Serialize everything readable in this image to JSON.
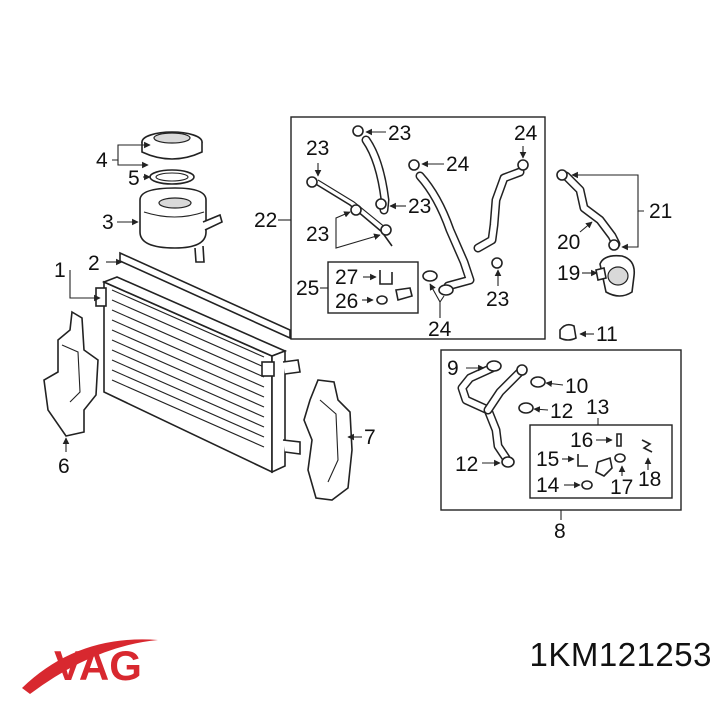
{
  "brand": {
    "logo_text": "VAG",
    "color": "#d8282f"
  },
  "part_number": "1KM121253",
  "callouts": {
    "c1": "1",
    "c2": "2",
    "c3": "3",
    "c4": "4",
    "c5": "5",
    "c6": "6",
    "c7": "7",
    "c8": "8",
    "c9": "9",
    "c10": "10",
    "c11": "11",
    "c12a": "12",
    "c12b": "12",
    "c13": "13",
    "c14": "14",
    "c15": "15",
    "c16": "16",
    "c17": "17",
    "c18": "18",
    "c19": "19",
    "c20": "20",
    "c21": "21",
    "c22": "22",
    "c23a": "23",
    "c23b": "23",
    "c23c": "23",
    "c23d": "23",
    "c23e": "23",
    "c24a": "24",
    "c24b": "24",
    "c24c": "24",
    "c25": "25",
    "c26": "26",
    "c27": "27"
  }
}
